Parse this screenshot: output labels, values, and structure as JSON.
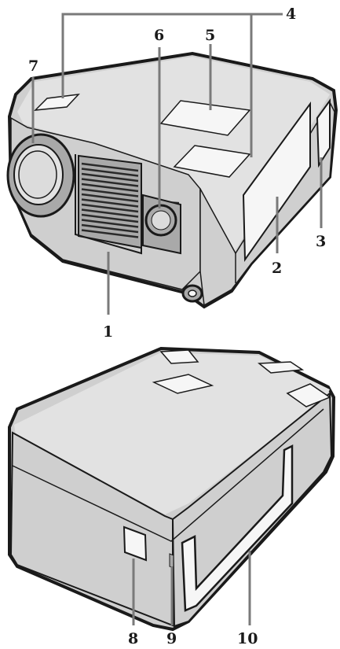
{
  "colors": {
    "outline": "#1a1a1a",
    "body_light": "#e2e2e2",
    "body_mid": "#cfcfcf",
    "body_dark": "#a9a9a9",
    "panel": "#f6f6f6",
    "lens_ring": "#9a9a9a",
    "lens_glass": "#dcdcdc",
    "grille": "#2a2a2a",
    "leader": "#7a7a7a"
  },
  "figure_top": {
    "callouts": [
      "1",
      "2",
      "3",
      "4",
      "5",
      "6",
      "7"
    ]
  },
  "figure_bottom": {
    "callouts": [
      "8",
      "9",
      "10"
    ]
  }
}
